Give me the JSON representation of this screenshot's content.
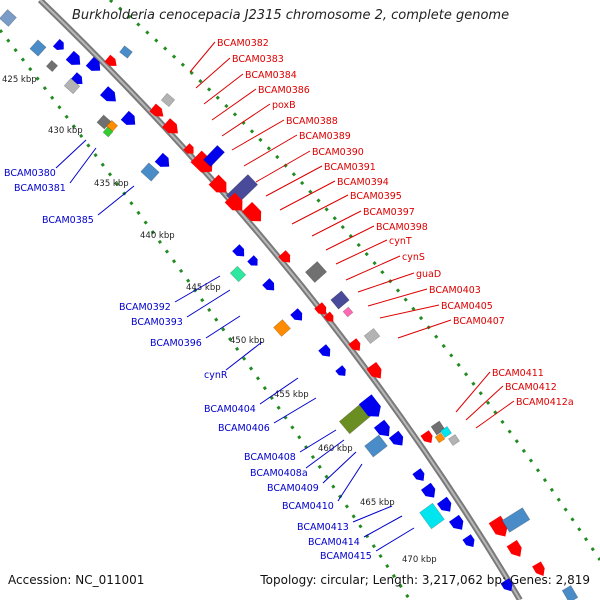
{
  "title": "Burkholderia cenocepacia J2315 chromosome 2, complete genome",
  "accession": "Accession: NC_011001",
  "topology": "Topology: circular; Length: 3,217,062 bp; Genes: 2,819",
  "colors": {
    "backbone": "#888888",
    "ticks": "#228b22",
    "forward_label": "#dd0000",
    "reverse_label": "#0000cc",
    "forward_gene": "#ff0000",
    "reverse_gene": "#0000ee",
    "other": [
      "#b3b3b3",
      "#707070",
      "#4a8cc8",
      "#4a4a9a",
      "#6b8e23",
      "#00e5ee",
      "#ff8c00",
      "#2ee8a0"
    ]
  },
  "kbp_labels": [
    "425 kbp",
    "430 kbp",
    "435 kbp",
    "440 kbp",
    "445 kbp",
    "450 kbp",
    "455 kbp",
    "460 kbp",
    "465 kbp",
    "470 kbp"
  ],
  "forward_genes": [
    "BCAM0382",
    "BCAM0383",
    "BCAM0384",
    "BCAM0386",
    "poxB",
    "BCAM0388",
    "BCAM0389",
    "BCAM0390",
    "BCAM0391",
    "BCAM0394",
    "BCAM0395",
    "BCAM0397",
    "BCAM0398",
    "cynT",
    "cynS",
    "guaD",
    "BCAM0403",
    "BCAM0405",
    "BCAM0407",
    "BCAM0411",
    "BCAM0412",
    "BCAM0412a"
  ],
  "reverse_genes": [
    "BCAM0380",
    "BCAM0381",
    "BCAM0385",
    "BCAM0392",
    "BCAM0393",
    "BCAM0396",
    "cynR",
    "BCAM0404",
    "BCAM0406",
    "BCAM0408",
    "BCAM0408a",
    "BCAM0409",
    "BCAM0410",
    "BCAM0413",
    "BCAM0414",
    "BCAM0415"
  ]
}
